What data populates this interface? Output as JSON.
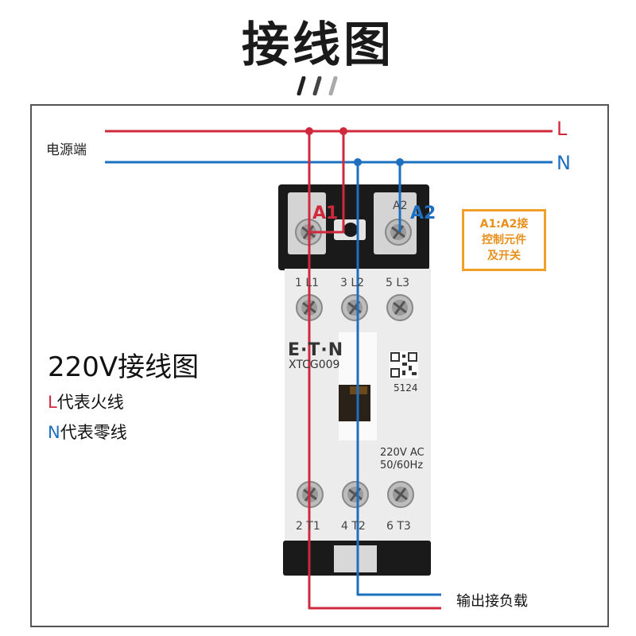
{
  "title": "接线图",
  "source_label": "电源端",
  "wires": {
    "l_label": "L",
    "n_label": "N",
    "l_color": "#d0283c",
    "n_color": "#1e6fbf"
  },
  "coil": {
    "a1_label": "A1",
    "a2_label": "A2",
    "a1_terminal": "A1",
    "a2_terminal": "A2",
    "note_lines": [
      "A1:A2接",
      "控制元件",
      "及开关"
    ],
    "note_color": "#f0a028"
  },
  "legend": {
    "title": "220V接线图",
    "l_letter": "L",
    "l_text": "代表火线",
    "n_letter": "N",
    "n_text": "代表零线"
  },
  "contactor": {
    "brand": "E·T·N",
    "model": "XTCG009",
    "code": "5124",
    "rating_voltage": "220V AC",
    "rating_freq": "50/60Hz",
    "top_terminals": [
      "1 L1",
      "3 L2",
      "5 L3"
    ],
    "bottom_terminals": [
      "2 T1",
      "4 T2",
      "6 T3"
    ]
  },
  "output_label": "输出接负载"
}
